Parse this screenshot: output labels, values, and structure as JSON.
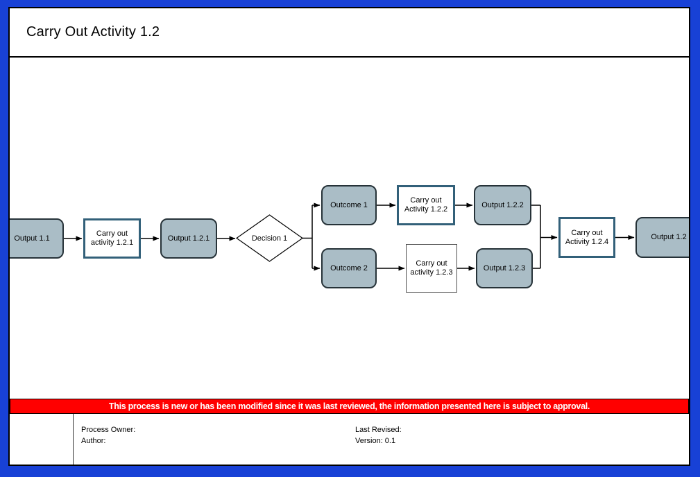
{
  "window": {
    "title": "Carry Out Activity 1.2"
  },
  "banner": {
    "text": "This process is new or has been modified since it was last reviewed, the information presented here is subject to approval."
  },
  "footer": {
    "process_owner_label": "Process Owner:",
    "author_label": "Author:",
    "last_revised_label": "Last Revised:",
    "version_label": "Version: 0.1"
  },
  "colors": {
    "frame_blue": "#1841d6",
    "node_fill": "#aabdc6",
    "node_border": "#263238",
    "activity_border": "#326079",
    "banner_red": "#ff0000",
    "banner_text_color": "#ffffff"
  },
  "flowchart": {
    "nodes": [
      {
        "id": "output-1-1",
        "label": "Output 1.1",
        "type": "output"
      },
      {
        "id": "activity-1-2-1",
        "label": "Carry out activity 1.2.1",
        "type": "activity"
      },
      {
        "id": "output-1-2-1",
        "label": "Output 1.2.1",
        "type": "output"
      },
      {
        "id": "decision-1",
        "label": "Decision 1",
        "type": "decision"
      },
      {
        "id": "outcome-1",
        "label": "Outcome 1",
        "type": "output"
      },
      {
        "id": "activity-1-2-2",
        "label": "Carry out Activity 1.2.2",
        "type": "activity"
      },
      {
        "id": "output-1-2-2",
        "label": "Output 1.2.2",
        "type": "output"
      },
      {
        "id": "outcome-2",
        "label": "Outcome 2",
        "type": "output"
      },
      {
        "id": "activity-1-2-3",
        "label": "Carry out activity 1.2.3",
        "type": "activity-plain"
      },
      {
        "id": "output-1-2-3",
        "label": "Output 1.2.3",
        "type": "output"
      },
      {
        "id": "activity-1-2-4",
        "label": "Carry out Activity 1.2.4",
        "type": "activity"
      },
      {
        "id": "output-1-2",
        "label": "Output 1.2",
        "type": "output"
      }
    ]
  }
}
